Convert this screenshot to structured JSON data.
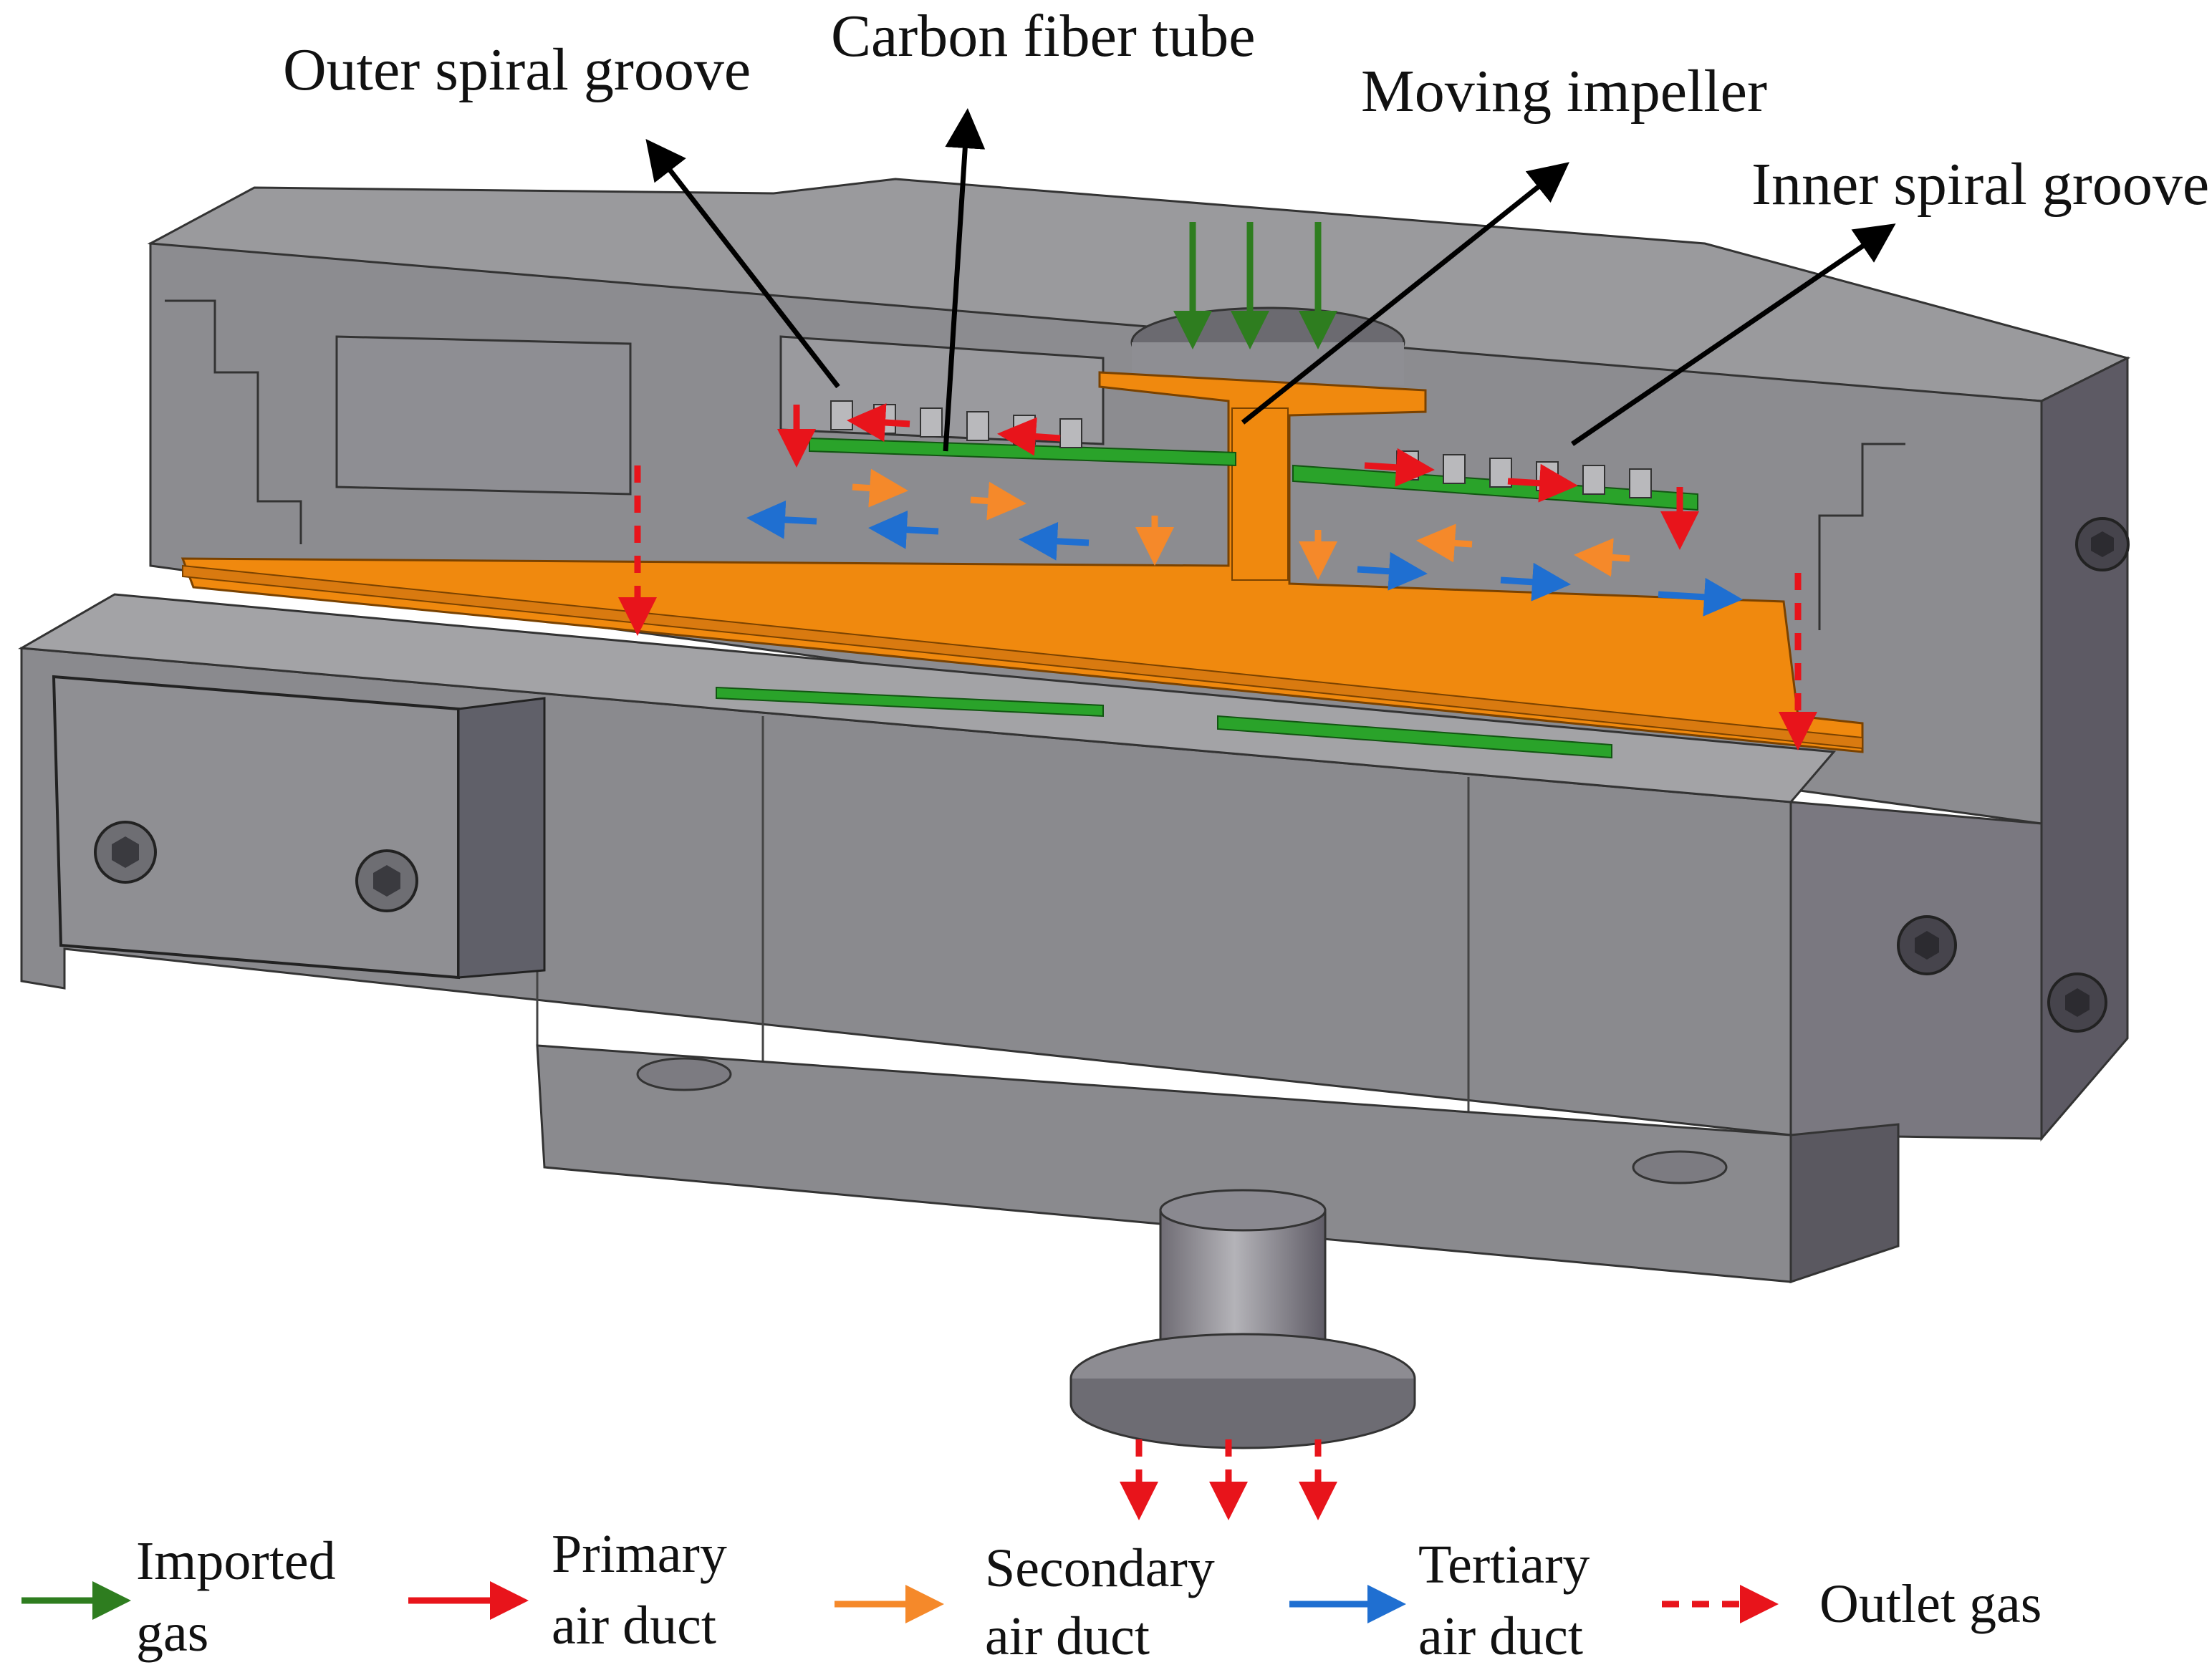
{
  "colors": {
    "imported": "#2e7d1f",
    "primary": "#e8141b",
    "secondary": "#f5892a",
    "tertiary": "#1f6fd1",
    "outlet": "#e8141b",
    "rotor": "#f0890e",
    "tube": "#2aa32a",
    "metal": "#8a8a8e",
    "metal_dark": "#5d5a64",
    "metal_light": "#a5a5a8",
    "pointer": "#000000"
  },
  "labels": {
    "outer_spiral_groove": "Outer spiral groove",
    "carbon_fiber_tube": "Carbon fiber tube",
    "moving_impeller": "Moving impeller",
    "inner_spiral_groove": "Inner spiral groove"
  },
  "legend": [
    {
      "key": "imported",
      "line1": "Imported",
      "line2": "gas",
      "style": "solid"
    },
    {
      "key": "primary",
      "line1": "Primary",
      "line2": "air duct",
      "style": "solid"
    },
    {
      "key": "secondary",
      "line1": "Secondary",
      "line2": "air duct",
      "style": "solid"
    },
    {
      "key": "tertiary",
      "line1": "Tertiary",
      "line2": "air duct",
      "style": "solid"
    },
    {
      "key": "outlet",
      "line1": "Outlet gas",
      "line2": "",
      "style": "dashed"
    }
  ],
  "icons": [
    "arrow-icon",
    "dashed-arrow-icon",
    "hex-socket-screw-icon"
  ]
}
